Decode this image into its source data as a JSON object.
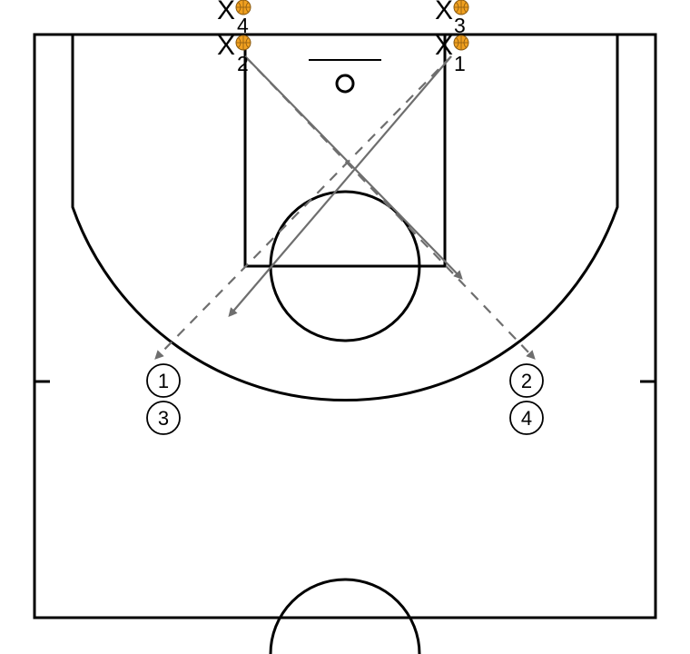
{
  "diagram": {
    "defenders": [
      {
        "mark": "X",
        "label": "4"
      },
      {
        "mark": "X",
        "label": "3"
      },
      {
        "mark": "X",
        "label": "2"
      },
      {
        "mark": "X",
        "label": "1"
      }
    ],
    "players": [
      {
        "label": "1"
      },
      {
        "label": "3"
      },
      {
        "label": "2"
      },
      {
        "label": "4"
      }
    ],
    "colors": {
      "court_lines": "#000000",
      "arrows": "#6e6e6e",
      "ball": "#f0a020"
    },
    "icons": {
      "ball": "basketball-icon",
      "defender": "x-mark-icon"
    }
  }
}
